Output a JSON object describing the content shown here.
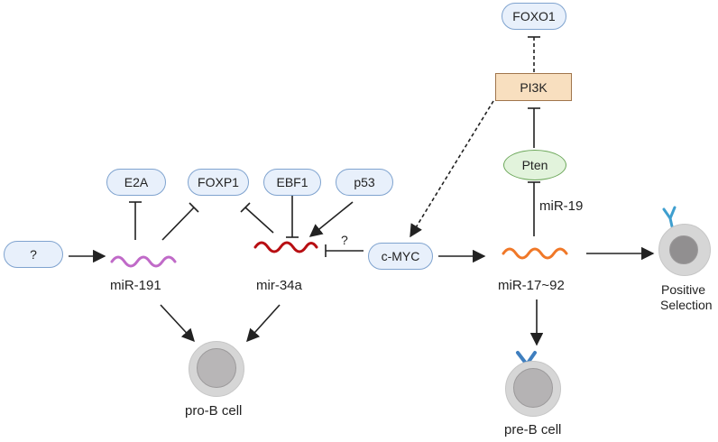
{
  "nodes": {
    "q_left": "?",
    "e2a": "E2A",
    "foxp1": "FOXP1",
    "ebf1": "EBF1",
    "p53": "p53",
    "cmyc": "c-MYC",
    "foxo1": "FOXO1",
    "pi3k": "PI3K",
    "pten": "Pten"
  },
  "mirnas": {
    "mir191": "miR-191",
    "mir34a": "mir-34a",
    "mir17_92": "miR-17~92",
    "mir19": "miR-19"
  },
  "cells": {
    "pro_b": "pro-B cell",
    "pre_b": "pre-B cell",
    "positive_line1": "Positive",
    "positive_line2": "Selection"
  },
  "annotations": {
    "unknown_link": "?"
  },
  "colors": {
    "mir191": "#c06ac8",
    "mir34a": "#b80e12",
    "mir17_92": "#f07828",
    "pill_fill": "#e8f0fb",
    "pill_border": "#7fa3cf",
    "pi3k_fill": "#f8dfbf",
    "pten_fill": "#e2f3dc",
    "receptor": "#3f7fbf"
  }
}
